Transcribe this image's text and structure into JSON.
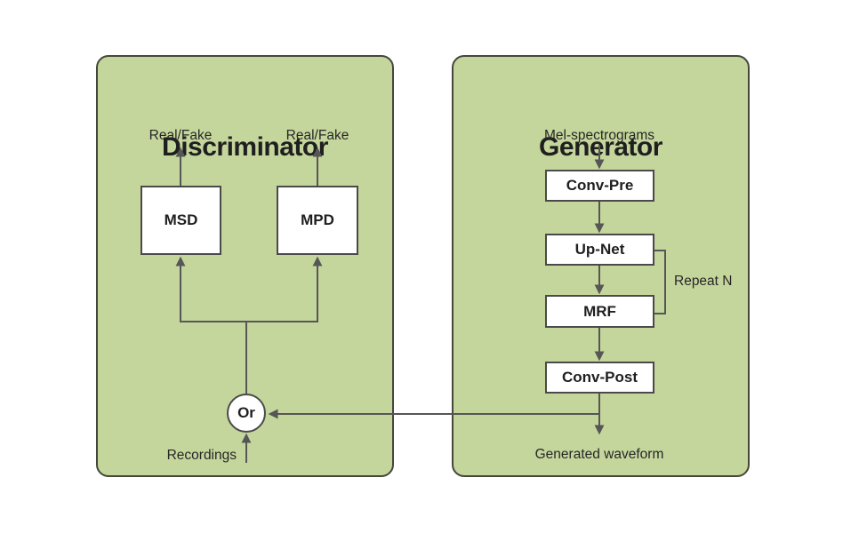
{
  "diagram": {
    "discriminator": {
      "title": "Discriminator",
      "output_labels": [
        "Real/Fake",
        "Real/Fake"
      ],
      "boxes": [
        "MSD",
        "MPD"
      ],
      "or_label": "Or",
      "input_label": "Recordings"
    },
    "generator": {
      "title": "Generator",
      "input_label": "Mel-spectrograms",
      "boxes": [
        "Conv-Pre",
        "Up-Net",
        "MRF",
        "Conv-Post"
      ],
      "repeat_label": "Repeat N",
      "output_label": "Generated waveform"
    },
    "colors": {
      "panel_bg": "#c5d69c",
      "panel_border": "#44473a",
      "line": "#565656",
      "box_bg": "#ffffff",
      "box_border": "#4a4a4a",
      "text": "#1f1f1f",
      "canvas_bg": "#ffffff"
    }
  }
}
